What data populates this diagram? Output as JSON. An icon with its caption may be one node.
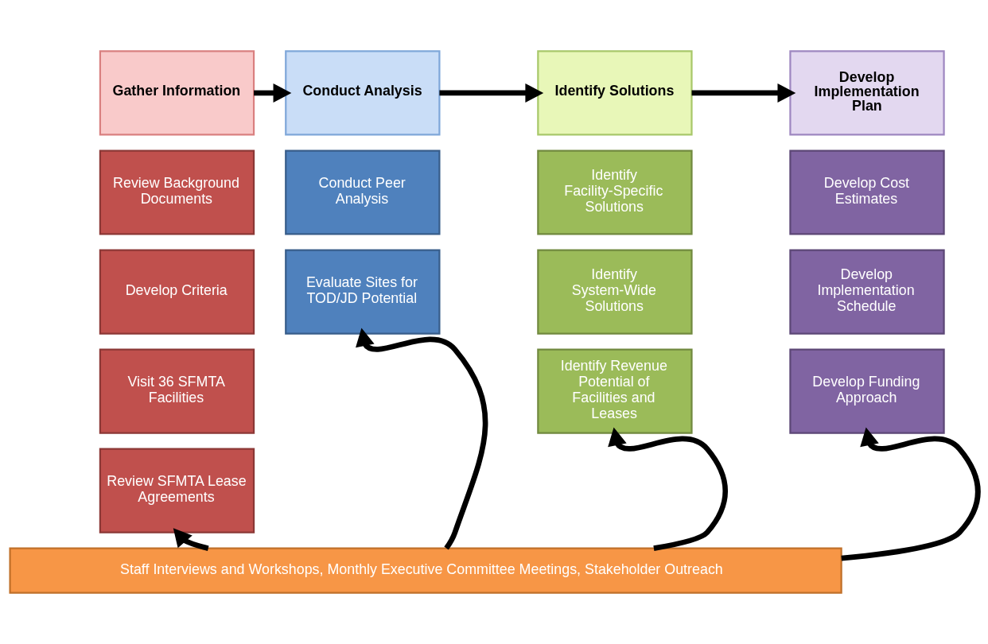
{
  "diagram": {
    "nodes": [
      {
        "text": [
          "Gather Information"
        ]
      },
      {
        "text": [
          "Conduct Analysis"
        ]
      },
      {
        "text": [
          "Identify Solutions"
        ]
      },
      {
        "text": [
          "Develop Implementation Plan"
        ]
      },
      {
        "text": [
          "Review Background Documents"
        ]
      },
      {
        "text": [
          "Develop Criteria"
        ]
      },
      {
        "text": [
          "Visit 36 SFMTA Facilities"
        ]
      },
      {
        "text": [
          "Review SFMTA Lease Agreements"
        ]
      },
      {
        "text": [
          "Conduct Peer Analysis"
        ]
      },
      {
        "text": [
          "Evaluate Sites for TOD/JD Potential"
        ]
      },
      {
        "text": [
          "Identify Facility-Specific Solutions"
        ]
      },
      {
        "text": [
          "Identify System-Wide Solutions"
        ]
      },
      {
        "text": [
          "Identify Revenue Potential of Facilities and Leases"
        ]
      },
      {
        "text": [
          "Develop Cost Estimates"
        ]
      },
      {
        "text": [
          "Develop Implementation Schedule"
        ]
      },
      {
        "text": [
          "Develop Funding Approach"
        ]
      },
      {
        "text": [
          "Staff Interviews and Workshops, Monthly Executive Committee Meetings, Stakeholder Outreach"
        ]
      }
    ],
    "edges": [
      {
        "from": 0,
        "to": 1,
        "arrow": "to"
      },
      {
        "from": 1,
        "to": 2,
        "arrow": "to"
      },
      {
        "from": 2,
        "to": 3,
        "arrow": "to"
      },
      {
        "from": 16,
        "to": 7,
        "arrow": "to"
      },
      {
        "from": 16,
        "to": 9,
        "arrow": "to"
      },
      {
        "from": 16,
        "to": 12,
        "arrow": "to"
      },
      {
        "from": 16,
        "to": 15,
        "arrow": "to"
      }
    ]
  }
}
